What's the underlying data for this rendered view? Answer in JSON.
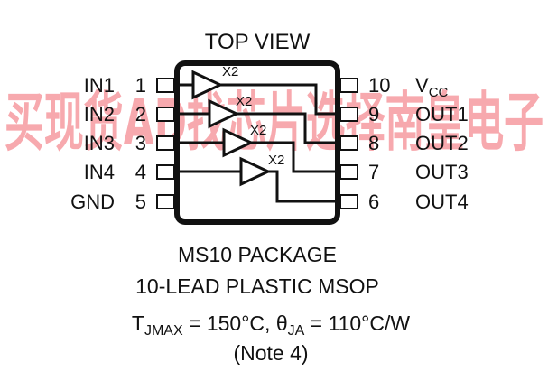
{
  "watermark": "买现货AD找芯片选择南皇电子",
  "title": "TOP VIEW",
  "gain_label": "X2",
  "left_pins": [
    {
      "name": "IN1",
      "num": "1"
    },
    {
      "name": "IN2",
      "num": "2"
    },
    {
      "name": "IN3",
      "num": "3"
    },
    {
      "name": "IN4",
      "num": "4"
    },
    {
      "name": "GND",
      "num": "5"
    }
  ],
  "right_pins": [
    {
      "num": "10",
      "name": "V",
      "sub": "CC"
    },
    {
      "num": "9",
      "name": "OUT1"
    },
    {
      "num": "8",
      "name": "OUT2"
    },
    {
      "num": "7",
      "name": "OUT3"
    },
    {
      "num": "6",
      "name": "OUT4"
    }
  ],
  "package_line1": "MS10 PACKAGE",
  "package_line2": "10-LEAD PLASTIC MSOP",
  "thermal": {
    "t": "T",
    "t_sub": "JMAX",
    "t_val": " = 150°C, ",
    "theta": "θ",
    "theta_sub": "JA",
    "theta_val": " = 110°C/W"
  },
  "note": "(Note 4)"
}
